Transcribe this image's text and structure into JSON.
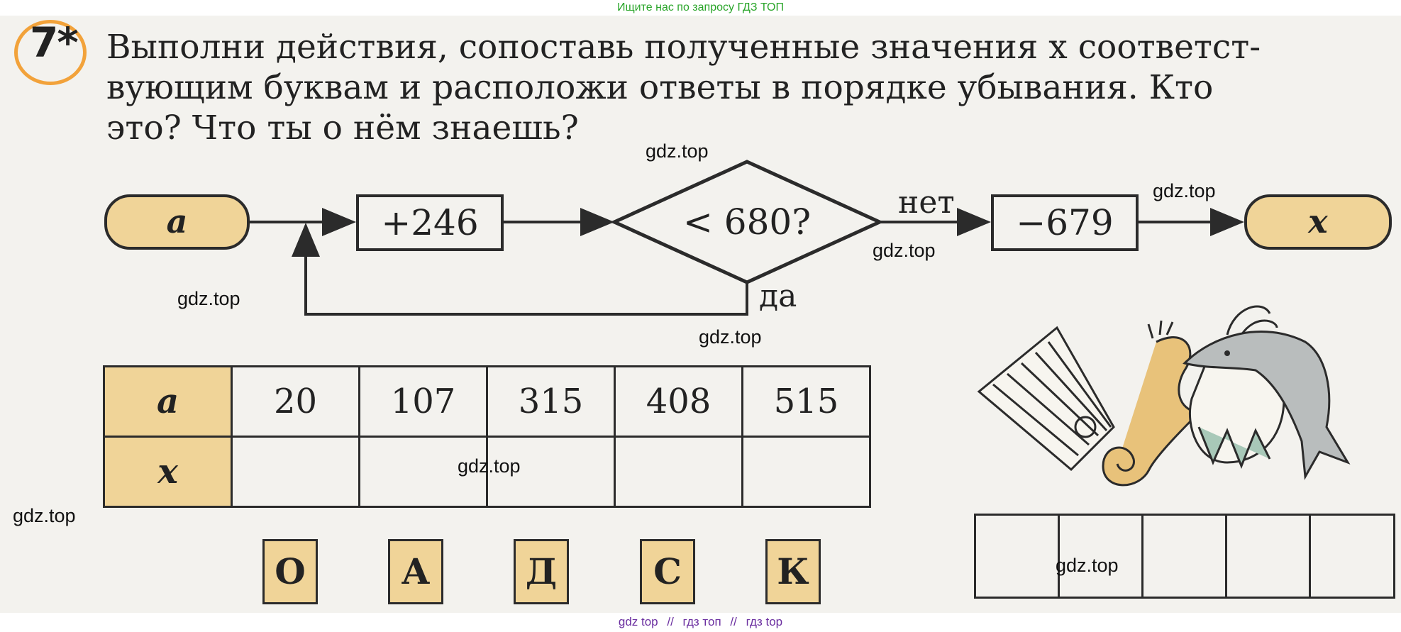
{
  "header": {
    "search_hint": "Ищите нас по запросу ГДЗ ТОП"
  },
  "task": {
    "number": "7*",
    "lines": [
      "Выполни действия, сопоставь полученные значения x соответст-",
      "вующим буквам и расположи ответы в порядке убывания. Кто",
      "это? Что ты о нём знаешь?"
    ]
  },
  "flowchart": {
    "start": "a",
    "op1": "+246",
    "condition": "< 680?",
    "no_label": "нет",
    "yes_label": "да",
    "op2": "−679",
    "end": "x"
  },
  "table": {
    "row_a_label": "a",
    "row_x_label": "x",
    "a_values": [
      "20",
      "107",
      "315",
      "408",
      "515"
    ]
  },
  "letters": [
    "О",
    "А",
    "Д",
    "С",
    "К"
  ],
  "watermarks": [
    "gdz.top",
    "gdz.top",
    "gdz.top",
    "gdz.top",
    "gdz.top",
    "gdz.top",
    "gdz.top",
    "gdz.top"
  ],
  "footer": {
    "links": [
      "gdz top",
      "//",
      "гдз топ",
      "//",
      "гдз top"
    ]
  },
  "colors": {
    "accent_fill": "#f0d498",
    "badge_ring": "#f2a23a",
    "top_link": "#2aa52a",
    "footer_link": "#6b2fa0"
  }
}
